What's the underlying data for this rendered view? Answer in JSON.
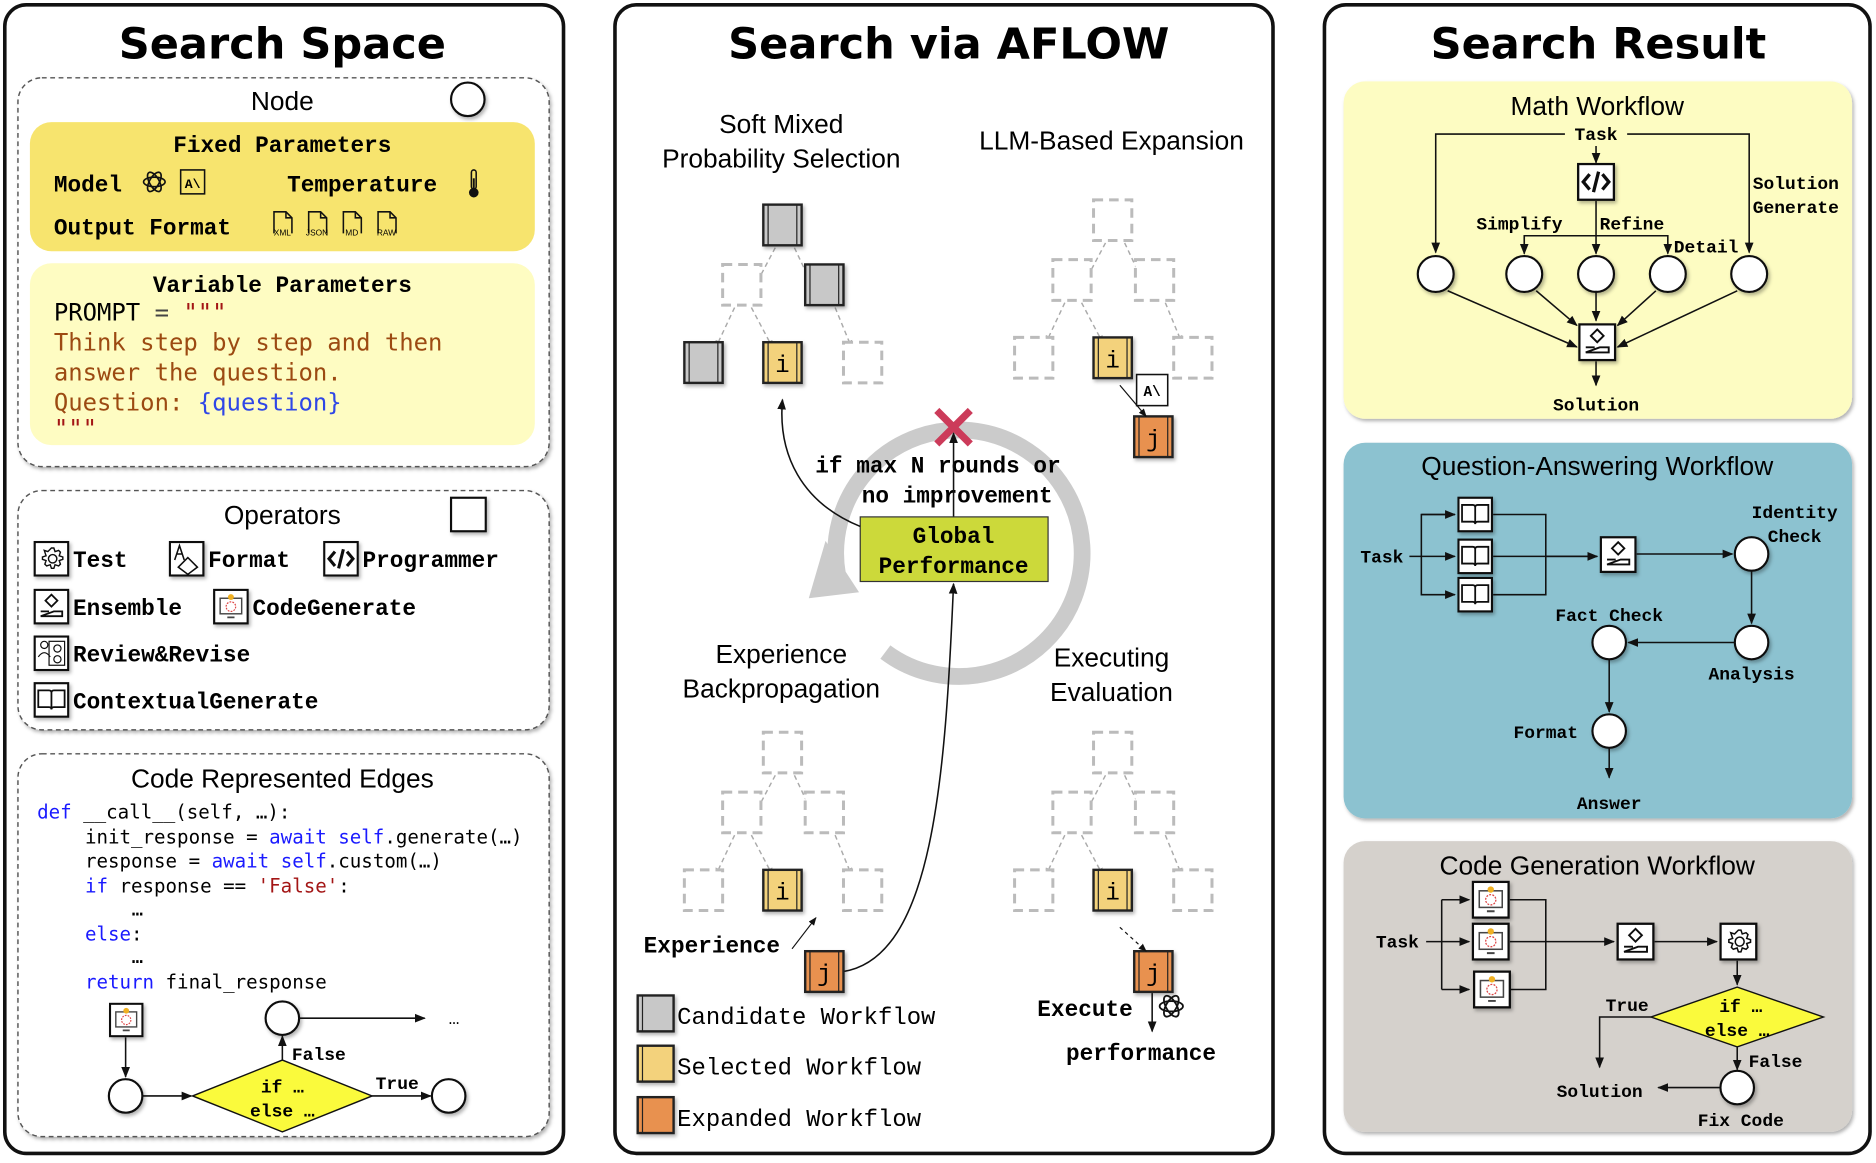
{
  "colors": {
    "fixed_params": "#f7e46e",
    "variable_params": "#fefcc2",
    "math_bg": "#fdfcc2",
    "qa_bg": "#8cc2d0",
    "code_bg": "#d5d1cc",
    "candidate": "#c8c8c8",
    "selected": "#f3d27c",
    "expanded": "#e8914f",
    "global_perf": "#ccd93a",
    "decision": "#fafa3c",
    "cross": "#cc3b5a"
  },
  "search_space": {
    "title": "Search Space",
    "node": {
      "title": "Node",
      "fixed": {
        "title": "Fixed Parameters",
        "model_label": "Model",
        "temperature_label": "Temperature",
        "output_format_label": "Output Format",
        "formats": [
          "XML",
          "JSON",
          "MD",
          "RAW"
        ],
        "anthropic_logo": "A\\"
      },
      "variable": {
        "title": "Variable Parameters",
        "prompt_head": "PROMPT",
        "prompt_eq": " = ",
        "prompt_quotes": "\"\"\"",
        "line1": "Think step by step and then",
        "line2": "answer the question.",
        "line3_label": "Question: ",
        "line3_var": "{question}",
        "closing": "\"\"\""
      }
    },
    "operators": {
      "title": "Operators",
      "items": [
        {
          "label": "Test",
          "icon": "gear-icon"
        },
        {
          "label": "Format",
          "icon": "format-icon"
        },
        {
          "label": "Programmer",
          "icon": "code-icon"
        },
        {
          "label": "Ensemble",
          "icon": "ensemble-icon"
        },
        {
          "label": "CodeGenerate",
          "icon": "codegen-icon"
        },
        {
          "label": "Review&Revise",
          "icon": "review-icon"
        },
        {
          "label": "ContextualGenerate",
          "icon": "book-icon"
        }
      ]
    },
    "edges": {
      "title": "Code Represented Edges",
      "code": [
        [
          {
            "t": "def ",
            "c": "kw"
          },
          {
            "t": "__call__(self, …):",
            "c": ""
          }
        ],
        [
          {
            "t": "init_response = ",
            "c": ""
          },
          {
            "t": "await self",
            "c": "kw"
          },
          {
            "t": ".generate(…)",
            "c": ""
          }
        ],
        [
          {
            "t": "response = ",
            "c": ""
          },
          {
            "t": "await self",
            "c": "kw"
          },
          {
            "t": ".custom(…)",
            "c": ""
          }
        ],
        [
          {
            "t": "if ",
            "c": "kw"
          },
          {
            "t": "response == ",
            "c": ""
          },
          {
            "t": "'False'",
            "c": "str"
          },
          {
            "t": ":",
            "c": ""
          }
        ],
        [
          {
            "t": "…",
            "c": ""
          }
        ],
        [
          {
            "t": "else",
            "c": "kw"
          },
          {
            "t": ":",
            "c": ""
          }
        ],
        [
          {
            "t": "…",
            "c": ""
          }
        ],
        [
          {
            "t": "return ",
            "c": "kw"
          },
          {
            "t": "final_response",
            "c": ""
          }
        ]
      ],
      "decision_line1": "if …",
      "decision_line2": "else …",
      "false_label": "False",
      "true_label": "True",
      "ellipsis": "…"
    }
  },
  "aflow": {
    "title": "Search via AFLOW",
    "selection_title_1": "Soft Mixed",
    "selection_title_2": "Probability Selection",
    "expansion_title": "LLM-Based Expansion",
    "backprop_title_1": "Experience",
    "backprop_title_2": "Backpropagation",
    "evaluation_title_1": "Executing",
    "evaluation_title_2": "Evaluation",
    "stop_line1": "if max N rounds or",
    "stop_line2": "no improvement",
    "global_perf_1": "Global",
    "global_perf_2": "Performance",
    "node_i": "i",
    "node_j": "j",
    "experience_label": "Experience",
    "execute_label": "Execute",
    "performance_label": "performance",
    "anthropic_logo": "A\\",
    "legend": [
      {
        "label": "Candidate Workflow",
        "kind": "candidate"
      },
      {
        "label": "Selected Workflow",
        "kind": "selected"
      },
      {
        "label": "Expanded Workflow",
        "kind": "expanded"
      }
    ]
  },
  "result": {
    "title": "Search Result",
    "math": {
      "title": "Math Workflow",
      "task": "Task",
      "simplify": "Simplify",
      "refine": "Refine",
      "detail": "Detail",
      "solgen_1": "Solution",
      "solgen_2": "Generate",
      "solution": "Solution"
    },
    "qa": {
      "title": "Question-Answering Workflow",
      "task": "Task",
      "identity_1": "Identity",
      "identity_2": "Check",
      "fact_check": "Fact Check",
      "analysis": "Analysis",
      "format": "Format",
      "answer": "Answer"
    },
    "code": {
      "title": "Code Generation Workflow",
      "task": "Task",
      "decision_line1": "if …",
      "decision_line2": "else …",
      "true_label": "True",
      "false_label": "False",
      "solution": "Solution",
      "fix_code": "Fix Code"
    }
  }
}
